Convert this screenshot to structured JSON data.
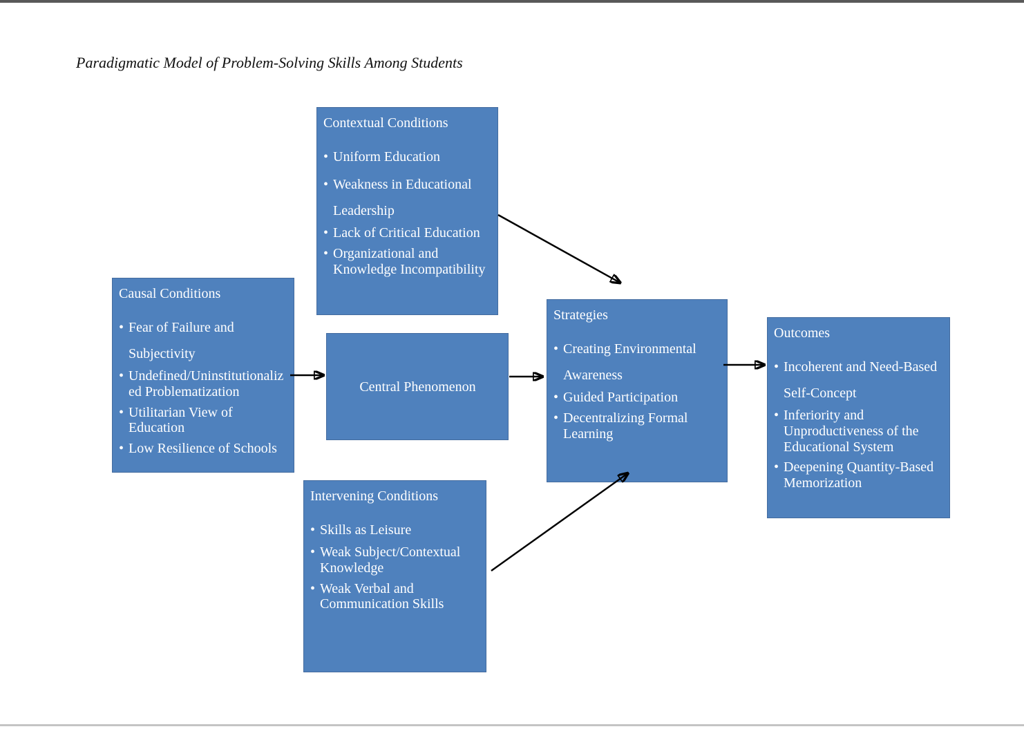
{
  "title": "Paradigmatic Model of Problem-Solving Skills Among Students",
  "glyphs": {
    "bullet": "•"
  },
  "colors": {
    "box_fill": "#4f81bd",
    "box_border": "#436b9e",
    "box_text": "#ffffff",
    "arrow": "#000000",
    "top_edge_bar": "#595959",
    "bottom_edge_bar": "#c4c4c4"
  },
  "boxes": {
    "contextual": {
      "heading": "Contextual Conditions",
      "items": [
        "Uniform Education",
        "Weakness in Educational Leadership",
        "Lack of Critical Education",
        "Organizational and Knowledge Incompatibility"
      ]
    },
    "causal": {
      "heading": "Causal Conditions",
      "items": [
        "Fear of Failure and Subjectivity",
        "Undefined/Uninstitutionalized Problematization",
        "Utilitarian View of Education",
        "Low Resilience of Schools"
      ]
    },
    "central": {
      "heading": "Central Phenomenon"
    },
    "strategies": {
      "heading": "Strategies",
      "items": [
        "Creating Environmental Awareness",
        "Guided Participation",
        "Decentralizing Formal Learning"
      ]
    },
    "outcomes": {
      "heading": "Outcomes",
      "items": [
        "Incoherent and Need-Based Self-Concept",
        "Inferiority and Unproductiveness of the Educational System",
        "Deepening Quantity-Based Memorization"
      ]
    },
    "intervening": {
      "heading": "Intervening Conditions",
      "items": [
        "Skills as Leisure",
        "Weak Subject/Contextual Knowledge",
        "Weak Verbal and Communication Skills"
      ]
    }
  },
  "arrows": [
    {
      "from": "causal-conditions",
      "to": "central-phenomenon"
    },
    {
      "from": "central-phenomenon",
      "to": "strategies"
    },
    {
      "from": "strategies",
      "to": "outcomes"
    },
    {
      "from": "contextual-conditions",
      "to": "strategies"
    },
    {
      "from": "intervening-conditions",
      "to": "strategies"
    }
  ]
}
